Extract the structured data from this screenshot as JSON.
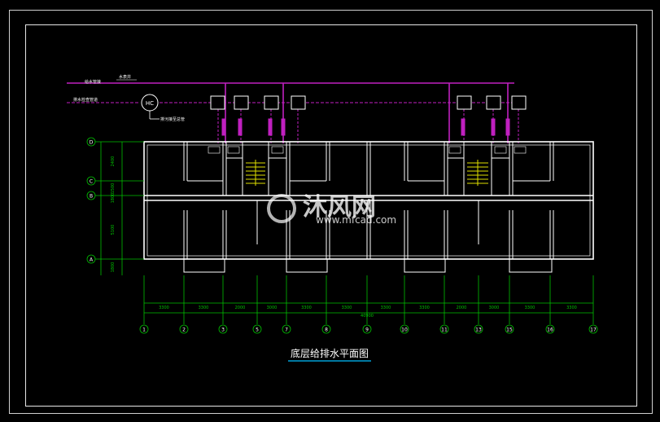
{
  "drawing": {
    "title": "底层给排水平面图",
    "colors": {
      "background": "#000000",
      "walls": "#ffffff",
      "water_supply": "#c020c0",
      "dimension": "#00c000",
      "stair": "#e0e000",
      "title_underline": "#00c0ff"
    }
  },
  "pipes": {
    "supply_label": "给水管接",
    "supply_tag": "水表井",
    "drain_label": "排水检查管道",
    "drain_tag": "HC",
    "manhole_label": "排污接至总管"
  },
  "axes": {
    "vertical_grid": [
      "1",
      "2",
      "3",
      "5",
      "7",
      "8",
      "9",
      "10",
      "11",
      "13",
      "15",
      "16",
      "17"
    ],
    "horizontal_grid": [
      "D",
      "C",
      "B",
      "A"
    ],
    "bay_dims": [
      "3300",
      "3300",
      "2000",
      "3000",
      "3300",
      "3300",
      "3300",
      "3300",
      "2000",
      "3000",
      "3300",
      "3300"
    ],
    "total_dim": "40900",
    "vertical_dims": [
      "2400",
      "1500",
      "1800",
      "5100",
      "1800"
    ]
  },
  "watermark": {
    "brand": "沐风网",
    "url": "www.mfcad.com"
  }
}
